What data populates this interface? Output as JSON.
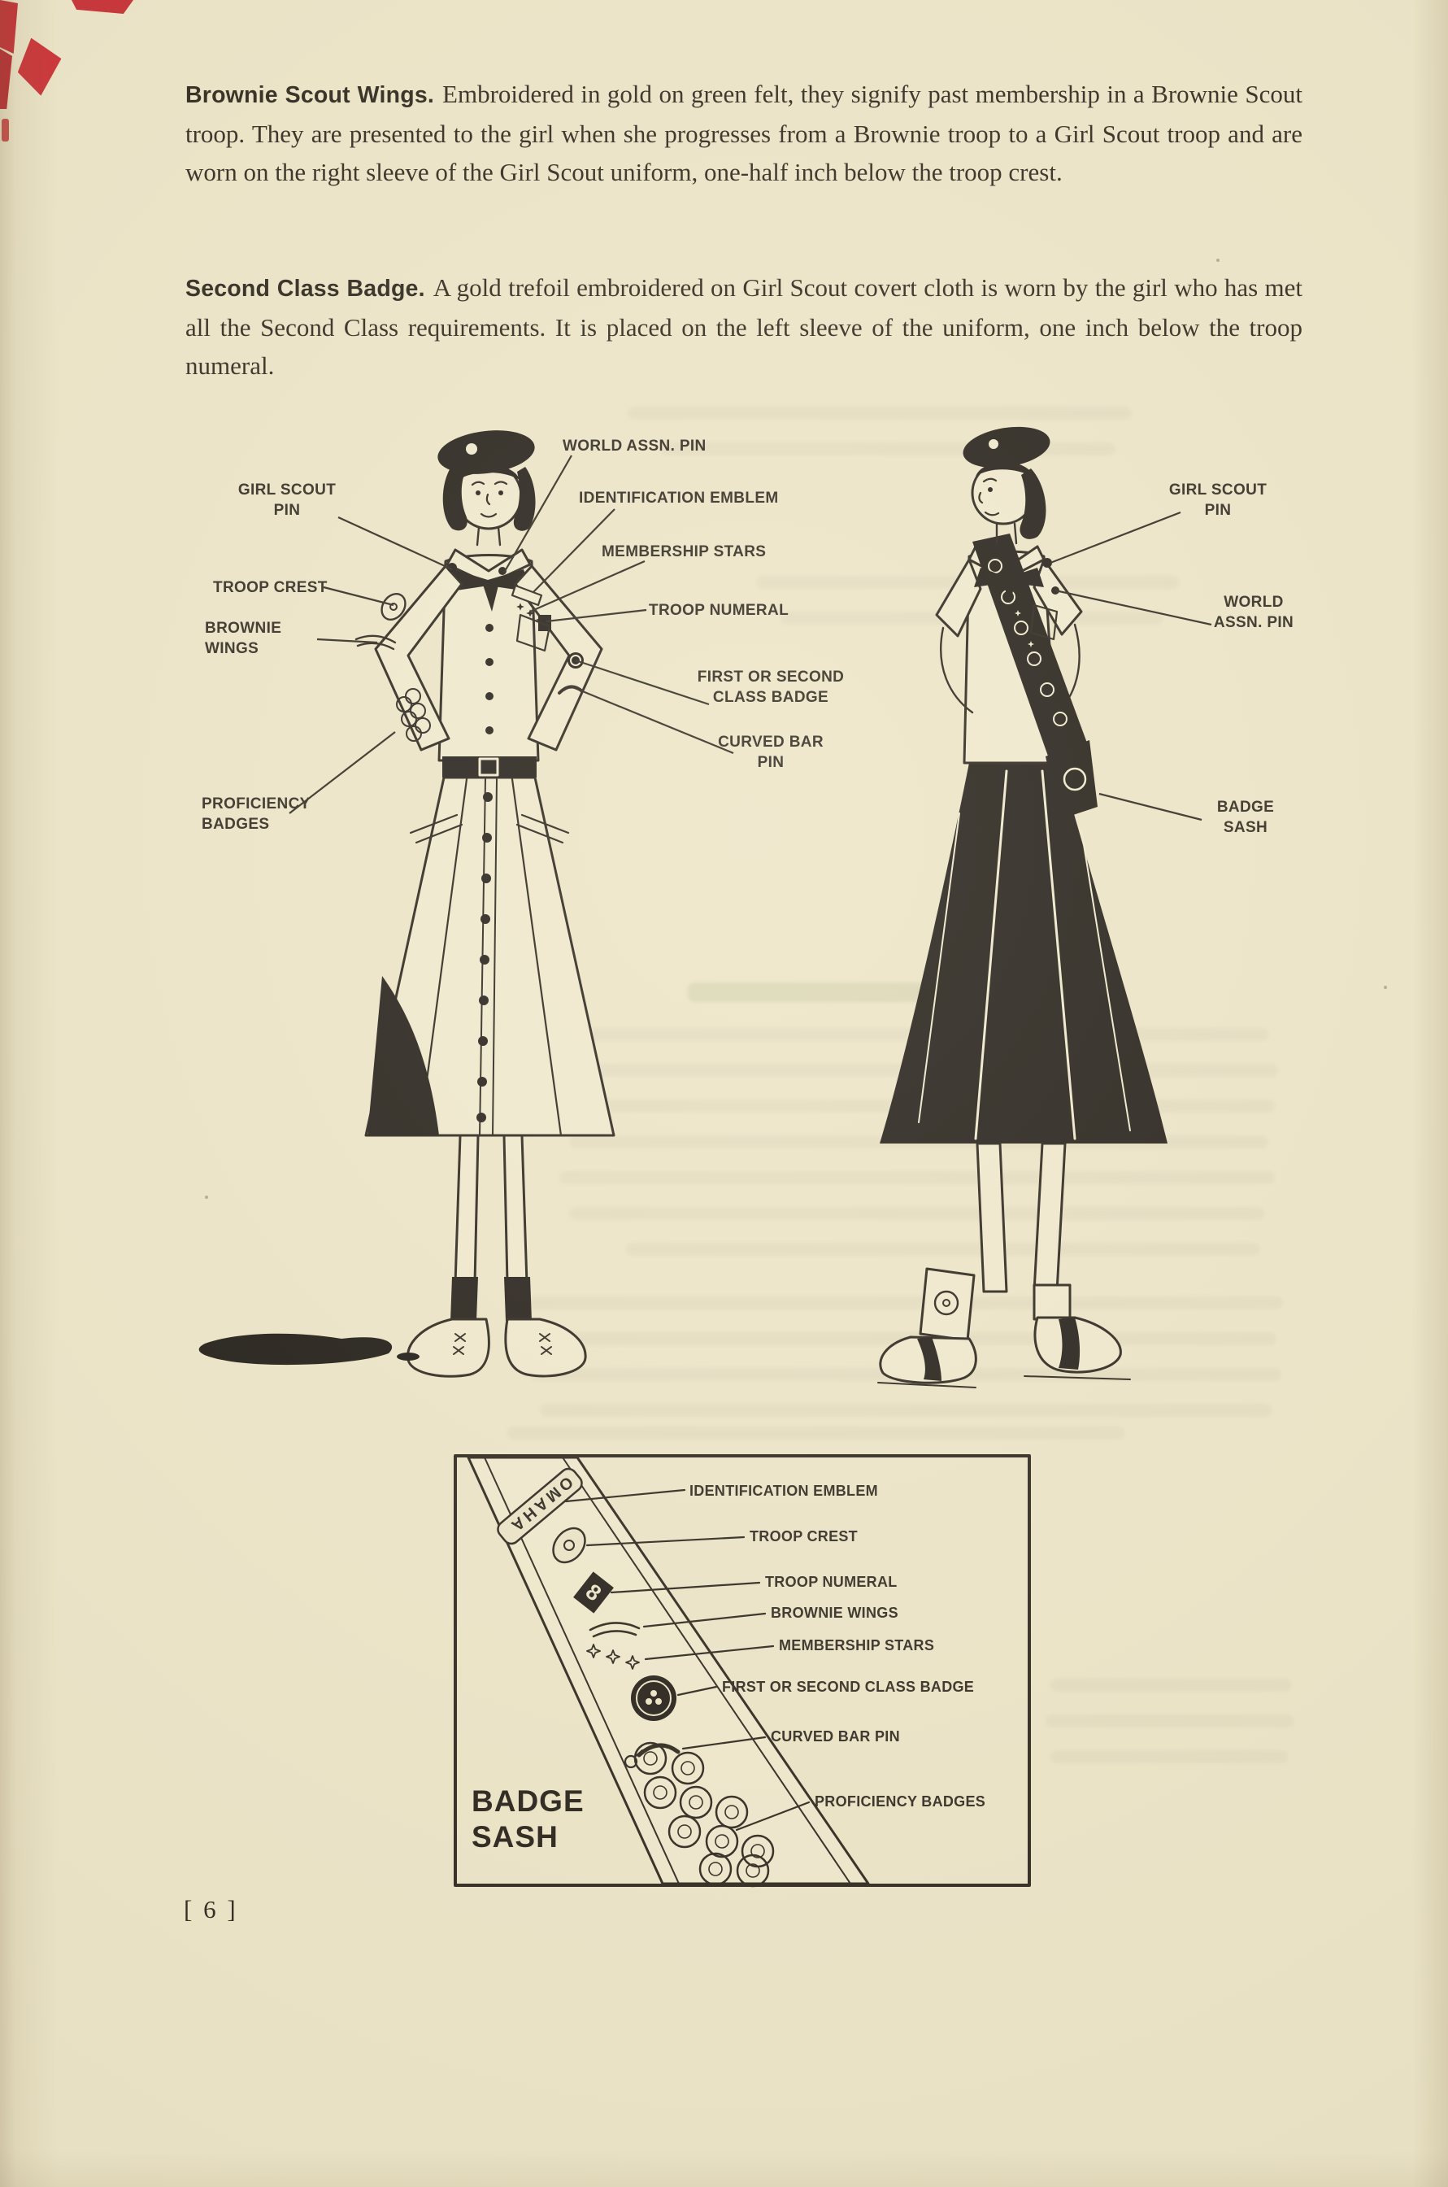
{
  "page": {
    "page_number": "[ 6 ]"
  },
  "colors": {
    "paper": "#ece4c6",
    "ink": "#241e16",
    "red_edge": "#c3242b"
  },
  "paragraphs": [
    {
      "lead": "Brownie Scout Wings.",
      "body": "Embroidered in gold on green felt, they signify past membership in a Brownie Scout troop. They are presented to the girl when she progresses from a Brownie troop to a Girl Scout troop and are worn on the right sleeve of the Girl Scout uniform, one-half inch below the troop crest."
    },
    {
      "lead": "Second Class Badge.",
      "body": "A gold trefoil embroidered on Girl Scout covert cloth is worn by the girl who has met all the Second Class requirements. It is placed on the left sleeve of the uniform, one inch below the troop numeral."
    }
  ],
  "figure": {
    "left": [
      "GIRL SCOUT PIN",
      "WORLD ASSN. PIN",
      "IDENTIFICATION EMBLEM",
      "MEMBERSHIP STARS",
      "TROOP CREST",
      "TROOP NUMERAL",
      "BROWNIE WINGS",
      "FIRST OR SECOND CLASS BADGE",
      "CURVED BAR PIN",
      "PROFICIENCY BADGES"
    ],
    "right": [
      "GIRL SCOUT PIN",
      "WORLD ASSN. PIN",
      "BADGE SASH"
    ]
  },
  "sash": {
    "labels": [
      "IDENTIFICATION EMBLEM",
      "TROOP CREST",
      "TROOP NUMERAL",
      "BROWNIE WINGS",
      "MEMBERSHIP STARS",
      "FIRST OR SECOND CLASS BADGE",
      "CURVED BAR PIN",
      "PROFICIENCY BADGES"
    ],
    "title1": "BADGE",
    "title2": "SASH",
    "emblem": "OMAHA",
    "numeral": "8"
  }
}
